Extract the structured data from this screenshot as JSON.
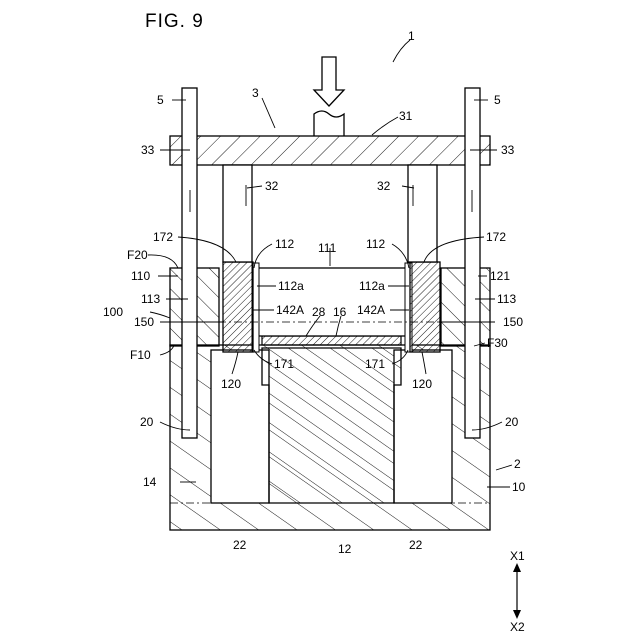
{
  "figure": {
    "title": "FIG. 9",
    "labels": {
      "assembly": "1",
      "upper_die": "3",
      "upper_plate": "31",
      "pin_left": "5",
      "pin_right": "5",
      "bush_left": "33",
      "bush_right": "33",
      "punch_left": "32",
      "punch_right": "32",
      "spacer_left": "172",
      "spacer_right": "172",
      "guide_left": "112",
      "guide_right": "112",
      "cavity": "111",
      "plate_left": "F20",
      "plate_left_body": "110",
      "plate_right_body": "121",
      "hole_left": "113",
      "hole_right": "113",
      "assembly_100": "100",
      "surface_left": "112a",
      "surface_right": "112a",
      "mark_left": "142A",
      "mark_right": "142A",
      "base_28": "28",
      "base_16": "16",
      "line_left": "150",
      "line_right": "150",
      "face_f10": "F10",
      "face_f30": "F30",
      "gap_left": "171",
      "gap_right": "171",
      "post_left": "120",
      "post_right": "120",
      "bore_left": "20",
      "bore_right": "20",
      "lower_die": "2",
      "lower_base": "10",
      "body_14": "14",
      "pocket_left": "22",
      "pocket_right": "22",
      "bottom_12": "12"
    },
    "direction_axis": {
      "up": "X1",
      "down": "X2"
    }
  }
}
